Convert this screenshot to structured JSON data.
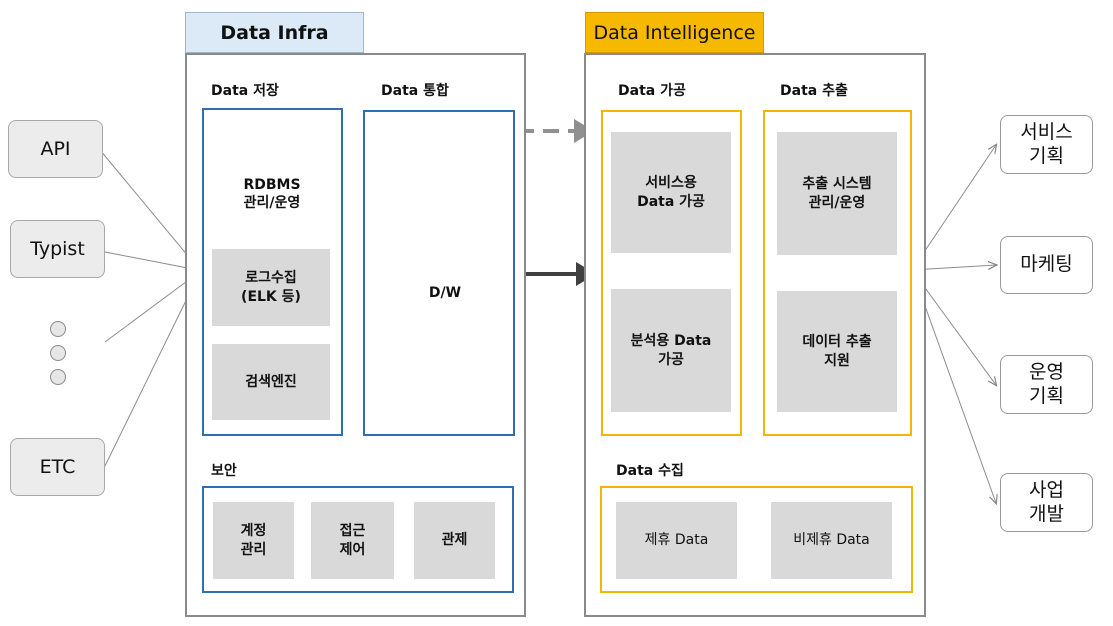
{
  "sources": {
    "api": "API",
    "typist": "Typist",
    "etc": "ETC"
  },
  "infra": {
    "tab": "Data Infra",
    "storage_label": "Data 저장",
    "integration_label": "Data 통합",
    "rdbms": "RDBMS\n관리/운영",
    "log": "로그수집\n(ELK 등)",
    "search": "검색엔진",
    "dw": "D/W",
    "security_label": "보안",
    "account": "계정\n관리",
    "access": "접근\n제어",
    "control": "관제"
  },
  "intel": {
    "tab": "Data Intelligence",
    "processing_label": "Data 가공",
    "extraction_label": "Data 추출",
    "service_proc": "서비스용\nData 가공",
    "analysis_proc": "분석용 Data\n가공",
    "extract_sys": "추출 시스템\n관리/운영",
    "extract_support": "데이터 추출\n지원",
    "collection_label": "Data 수집",
    "partner": "제휴 Data",
    "nonpartner": "비제휴 Data"
  },
  "outputs": {
    "service_planning": "서비스\n기획",
    "marketing": "마케팅",
    "ops_planning": "운영\n기획",
    "biz_dev": "사업\n개발"
  },
  "colors": {
    "blue_border": "#2f6fb1",
    "orange_border": "#f2b705",
    "infra_tab": "#dbeaf6",
    "intel_tab": "#f7b800",
    "gray_box": "#d9d9d9",
    "arrow": "#404040"
  }
}
